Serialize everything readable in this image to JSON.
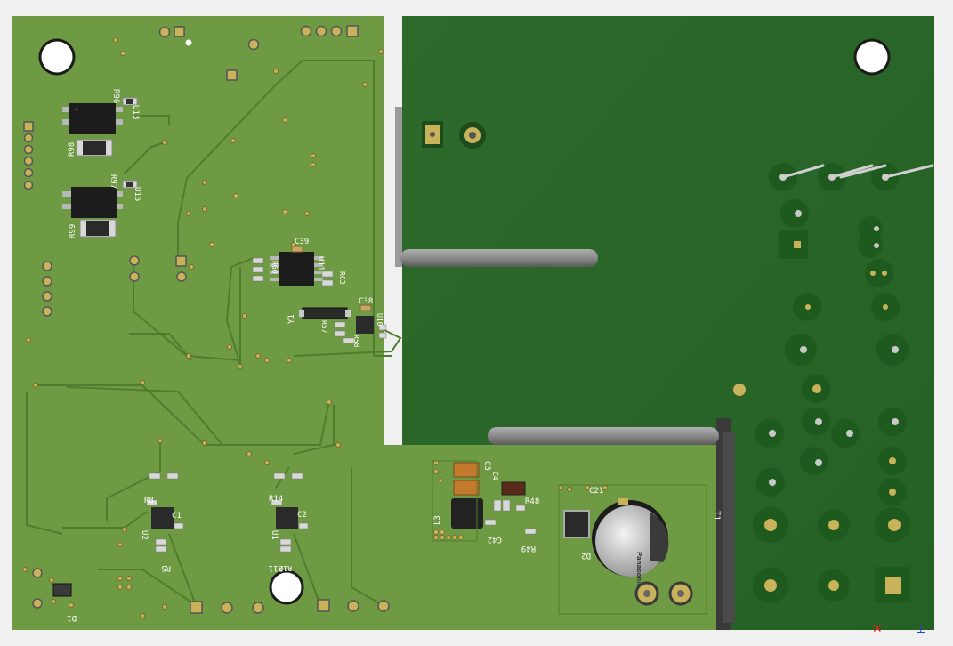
{
  "view": {
    "colors": {
      "background": "#f0f0f0",
      "board_light": "#6e9a43",
      "board_dark": "#2f6a2c",
      "trace": "#4f7d2e",
      "silkscreen": "#ffffff",
      "pad_gold": "#c8b25a",
      "drill": "#ffffff",
      "ic_body": "#1c1c1c"
    },
    "axis_x_glyph": "✕",
    "axis_y_glyph": "⟂"
  },
  "labels": {
    "u13": "U13",
    "r96": "R96",
    "r98": "R98",
    "u15": "U15",
    "r97": "R97",
    "r99": "R99",
    "c39": "C39",
    "u11": "U11",
    "r63": "R63",
    "r60": "R60",
    "y1": "Y1",
    "c38": "C38",
    "u10": "U10",
    "r58": "R58",
    "r57": "R57",
    "r8": "R8",
    "c1": "C1",
    "u2": "U2",
    "r5": "R5",
    "r14": "R14",
    "c2": "C2",
    "u1": "U1",
    "r11": "R11",
    "r12": "R12",
    "l3": "L3",
    "c3": "C3",
    "c4": "C4",
    "c42": "C42",
    "r48": "R48",
    "r49": "R49",
    "c21": "C21",
    "d2": "D2",
    "t1": "T1",
    "d1": "D1",
    "cap_brand": "Panasonic"
  }
}
